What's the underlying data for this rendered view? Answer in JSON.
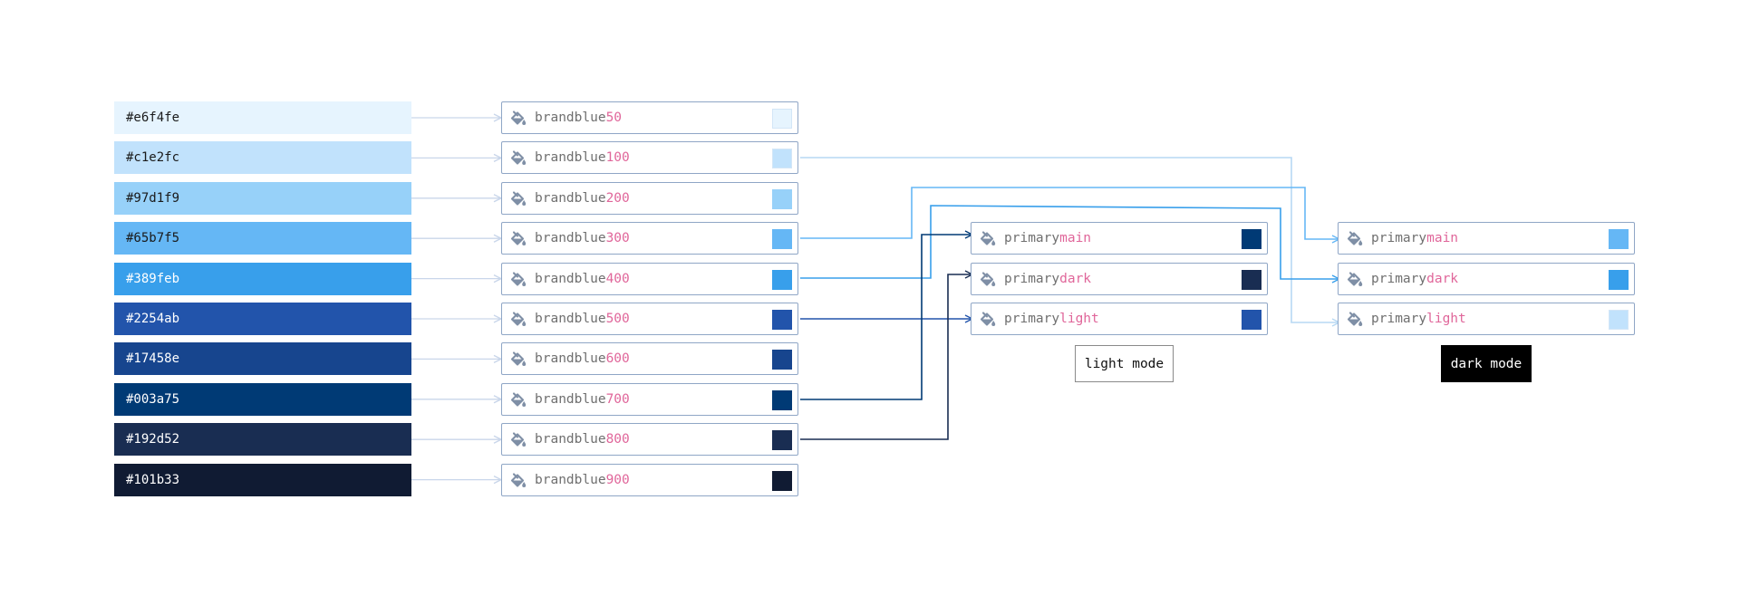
{
  "palette": [
    {
      "hex": "#e6f4fe",
      "token": "brandblue",
      "shade": "50",
      "color": "#e6f4fe",
      "text_color": "#1a1a1a"
    },
    {
      "hex": "#c1e2fc",
      "token": "brandblue",
      "shade": "100",
      "color": "#c1e2fc",
      "text_color": "#1a1a1a"
    },
    {
      "hex": "#97d1f9",
      "token": "brandblue",
      "shade": "200",
      "color": "#97d1f9",
      "text_color": "#1a1a1a"
    },
    {
      "hex": "#65b7f5",
      "token": "brandblue",
      "shade": "300",
      "color": "#65b7f5",
      "text_color": "#1a1a1a"
    },
    {
      "hex": "#389feb",
      "token": "brandblue",
      "shade": "400",
      "color": "#389feb",
      "text_color": "#ffffff"
    },
    {
      "hex": "#2254ab",
      "token": "brandblue",
      "shade": "500",
      "color": "#2254ab",
      "text_color": "#ffffff"
    },
    {
      "hex": "#17458e",
      "token": "brandblue",
      "shade": "600",
      "color": "#17458e",
      "text_color": "#ffffff"
    },
    {
      "hex": "#003a75",
      "token": "brandblue",
      "shade": "700",
      "color": "#003a75",
      "text_color": "#ffffff"
    },
    {
      "hex": "#192d52",
      "token": "brandblue",
      "shade": "800",
      "color": "#192d52",
      "text_color": "#ffffff"
    },
    {
      "hex": "#101b33",
      "token": "brandblue",
      "shade": "900",
      "color": "#101b33",
      "text_color": "#ffffff"
    }
  ],
  "light_mode": {
    "label": "light mode",
    "tokens": [
      {
        "name": "primary",
        "variant": "main",
        "color": "#003a75"
      },
      {
        "name": "primary",
        "variant": "dark",
        "color": "#192d52"
      },
      {
        "name": "primary",
        "variant": "light",
        "color": "#2254ab"
      }
    ]
  },
  "dark_mode": {
    "label": "dark mode",
    "tokens": [
      {
        "name": "primary",
        "variant": "main",
        "color": "#65b7f5"
      },
      {
        "name": "primary",
        "variant": "dark",
        "color": "#389feb"
      },
      {
        "name": "primary",
        "variant": "light",
        "color": "#c1e2fc"
      }
    ]
  },
  "icon": "paint-bucket-icon",
  "colors": {
    "token_border": "#8fa6c6",
    "token_name": "#6f6f6f",
    "token_suffix": "#e0669a",
    "feed_line": "#c9d6ea",
    "light_mode_bg": "#ffffff",
    "dark_mode_bg": "#000000"
  }
}
